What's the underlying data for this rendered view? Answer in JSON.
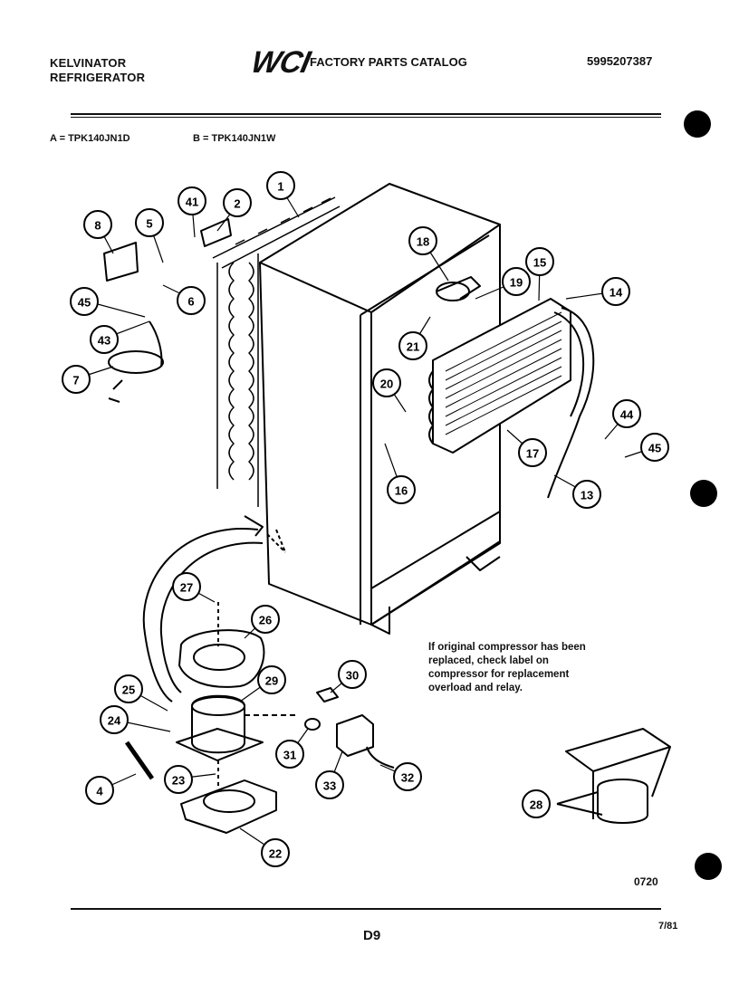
{
  "header": {
    "brand_line1": "KELVINATOR",
    "brand_line2": "REFRIGERATOR",
    "logo": "WCI",
    "catalog_title": "FACTORY PARTS CATALOG",
    "part_number": "5995207387"
  },
  "models": {
    "model_a": "A = TPK140JN1D",
    "model_b": "B = TPK140JN1W"
  },
  "note": "If original compressor has been replaced, check label on compressor for replacement overload and relay.",
  "footer": {
    "code": "0720",
    "page": "D9",
    "date": "7/81"
  },
  "callouts": [
    "1",
    "2",
    "41",
    "8",
    "5",
    "45",
    "6",
    "43",
    "7",
    "18",
    "15",
    "19",
    "14",
    "21",
    "20",
    "16",
    "17",
    "13",
    "44",
    "45",
    "27",
    "26",
    "25",
    "29",
    "30",
    "24",
    "4",
    "23",
    "31",
    "33",
    "32",
    "22",
    "28"
  ]
}
